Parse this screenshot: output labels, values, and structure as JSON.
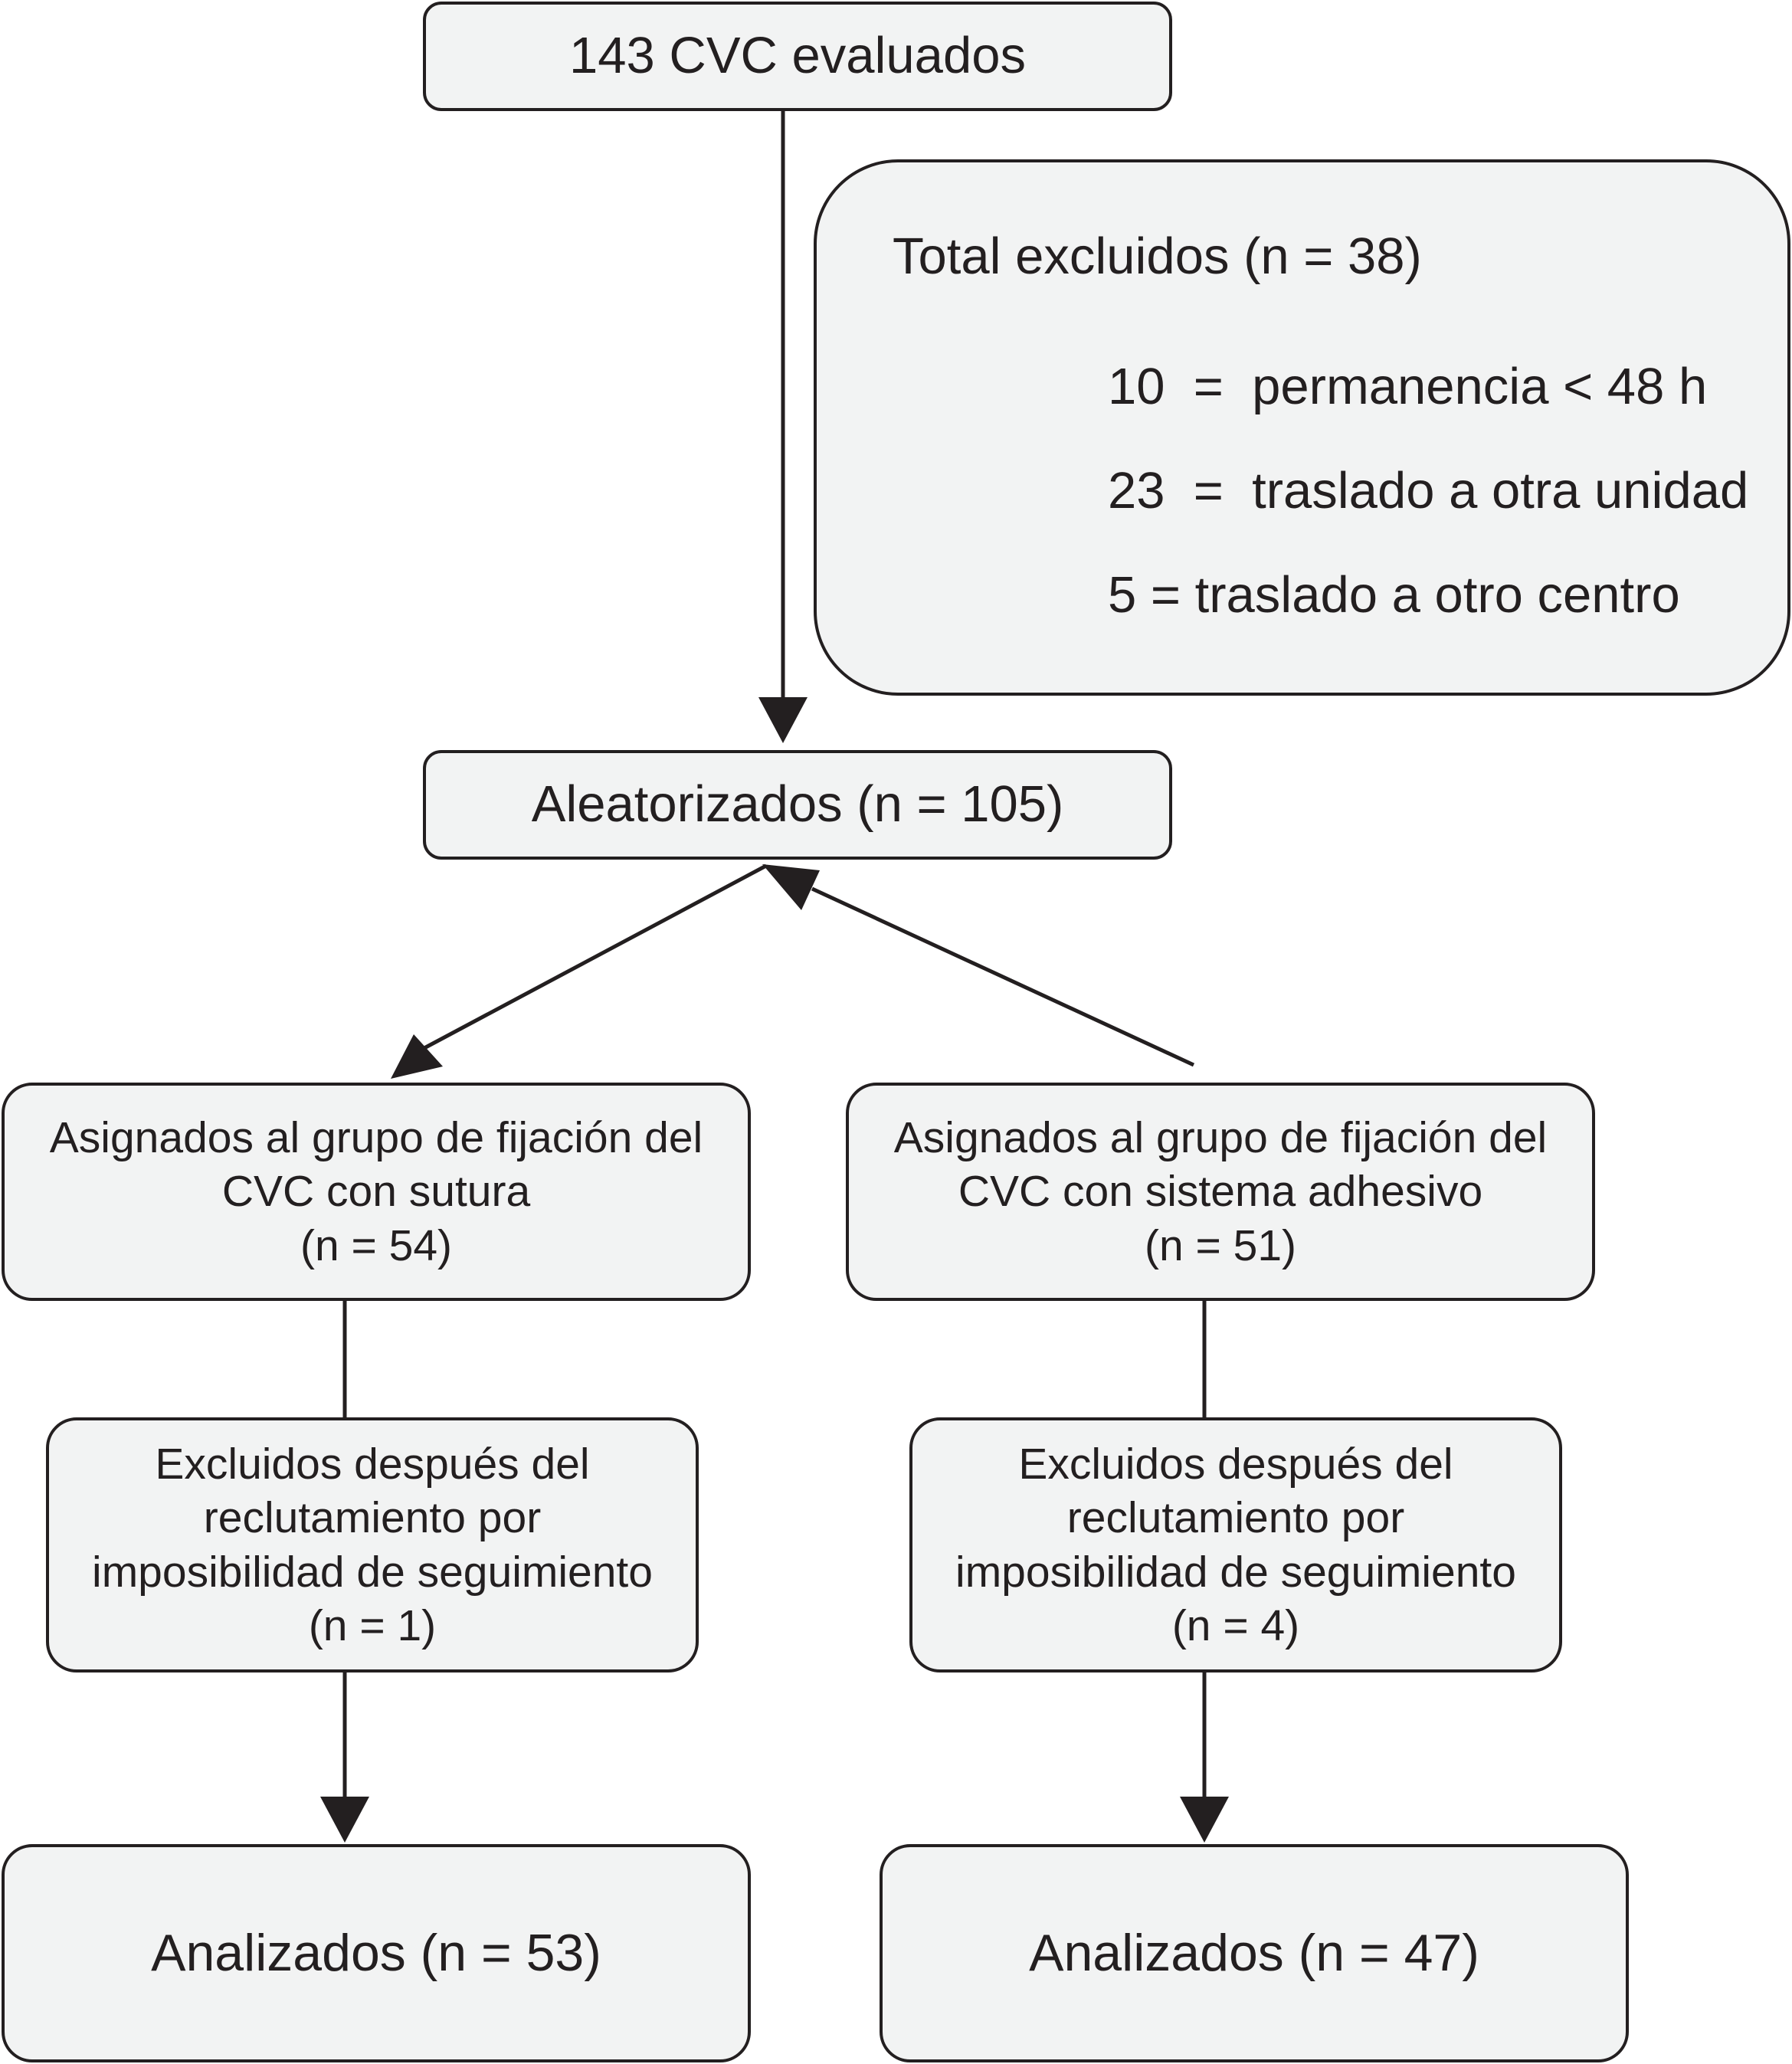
{
  "nodes": {
    "evaluated": "143 CVC evaluados",
    "excluded": {
      "title": "Total excluidos (n = 38)",
      "items": [
        "10  =  permanencia < 48 h",
        "23  =  traslado a otra unidad",
        "5 = traslado a otro centro"
      ]
    },
    "randomized": "Aleatorizados (n = 105)",
    "group_suture": {
      "lines": [
        "Asignados al grupo de fijación del",
        "CVC con sutura",
        "(n = 54)"
      ]
    },
    "group_adhesive": {
      "lines": [
        "Asignados al grupo de fijación del",
        "CVC con sistema adhesivo",
        "(n = 51)"
      ]
    },
    "lost_suture": {
      "lines": [
        "Excluidos después del",
        "reclutamiento por",
        "imposibilidad de seguimiento",
        "(n = 1)"
      ]
    },
    "lost_adhesive": {
      "lines": [
        "Excluidos después del",
        "reclutamiento por",
        "imposibilidad de seguimiento",
        "(n = 4)"
      ]
    },
    "analyzed_suture": "Analizados (n = 53)",
    "analyzed_adhesive": "Analizados (n = 47)"
  }
}
